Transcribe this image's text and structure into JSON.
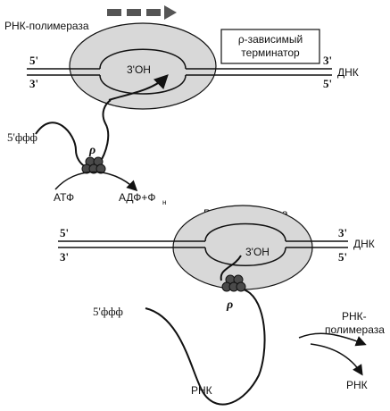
{
  "top": {
    "polymerase_label": "РНК-полимераза",
    "terminator_label": "ρ-зависимый терминатор",
    "terminator_lines": [
      "ρ-зависимый",
      "терминатор"
    ],
    "strand_labels": {
      "left_top": "5'",
      "left_bottom": "3'",
      "right_top": "3'",
      "right_bottom": "5'"
    },
    "dna_label": "ДНК",
    "oh_label": "3'OH",
    "rna_5prime_label": "5'ффф",
    "rho_label": "ρ",
    "atp_label": "АТФ",
    "adp_label_main": "АДФ+Ф",
    "adp_label_sub": "н"
  },
  "bottom": {
    "polymerase_label": "РНК-полимераза",
    "strand_labels": {
      "left_top": "5'",
      "left_bottom": "3'",
      "right_top": "3'",
      "right_bottom": "5'"
    },
    "dna_label": "ДНК",
    "oh_label": "3'OH",
    "rna_5prime_label": "5'ффф",
    "rho_label": "ρ",
    "released_polymerase_lines": [
      "РНК-",
      "полимераза"
    ],
    "released_rna_label": "РНК",
    "rna_label": "РНК"
  },
  "colors": {
    "ellipse_fill": "#d8d8d8",
    "stroke": "#111111",
    "arrow_dash": "#555555",
    "rho_ball": "#4a4a4a"
  }
}
